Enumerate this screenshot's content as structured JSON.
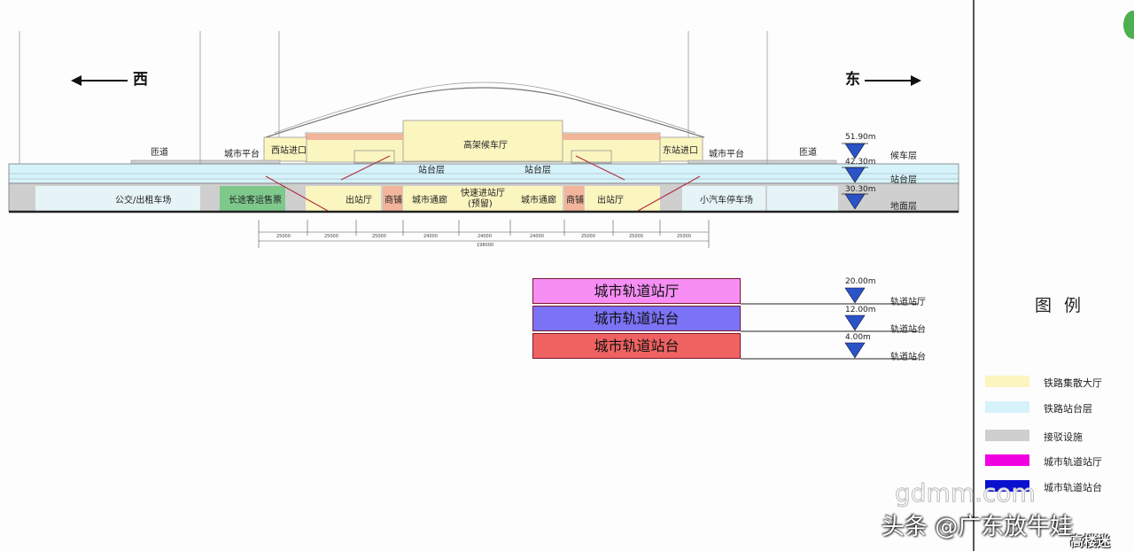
{
  "directions": {
    "west": "西",
    "east": "东"
  },
  "section": {
    "ramp_left": "匝道",
    "ramp_right": "匝道",
    "city_platform_left": "城市平台",
    "city_platform_right": "城市平台",
    "west_entrance": "西站进口",
    "east_entrance": "东站进口",
    "elevated_waiting_hall": "高架候车厅",
    "platform_level_left": "站台层",
    "platform_level_right": "站台层",
    "bus_taxi": "公交/出租车场",
    "long_distance_ticket": "长途客运售票",
    "exit_hall_left": "出站厅",
    "shop_left": "商铺",
    "city_corridor_left": "城市通廊",
    "fast_entry_hall": "快速进站厅",
    "fast_entry_note": "(预留)",
    "city_corridor_right": "城市通廊",
    "shop_right": "商铺",
    "exit_hall_right": "出站厅",
    "car_parking": "小汽车停车场"
  },
  "levels": [
    {
      "elev": "51.90m",
      "name": "候车层"
    },
    {
      "elev": "42.30m",
      "name": "站台层"
    },
    {
      "elev": "30.30m",
      "name": "地面层"
    }
  ],
  "dimensions": {
    "segments": [
      "25000",
      "25000",
      "25000",
      "24000",
      "24000",
      "24000",
      "25000",
      "25000",
      "25000"
    ],
    "total": "198000"
  },
  "metro_boxes": [
    {
      "label": "城市轨道站厅",
      "color": "#f68ef4"
    },
    {
      "label": "城市轨道站台",
      "color": "#7b72f5"
    },
    {
      "label": "城市轨道站台",
      "color": "#f06262"
    }
  ],
  "metro_levels": [
    {
      "elev": "20.00m",
      "name": "轨道站厅"
    },
    {
      "elev": "12.00m",
      "name": "轨道站台"
    },
    {
      "elev": "4.00m",
      "name": "轨道站台"
    }
  ],
  "legend": {
    "title": "图例",
    "items": [
      {
        "label": "铁路集散大厅",
        "color": "#fbf5c0"
      },
      {
        "label": "铁路站台层",
        "color": "#d6f2fb"
      },
      {
        "label": "接驳设施",
        "color": "#cfcfcf"
      },
      {
        "label": "城市轨道站厅",
        "color": "#f000e0"
      },
      {
        "label": "城市轨道站台",
        "color": "#0a10d0"
      }
    ]
  },
  "watermark": {
    "url": "gdmm.com",
    "toutiao": "头条 @广东放牛娃",
    "brand": "高楼迷"
  },
  "colors": {
    "concourse": "#fbf5c0",
    "platform": "#d6f2fb",
    "transfer": "#cfcfcf",
    "shop": "#f2b49a",
    "ticket": "#7fc88c",
    "marker": "#2a53c8",
    "level_line": "#222222"
  }
}
